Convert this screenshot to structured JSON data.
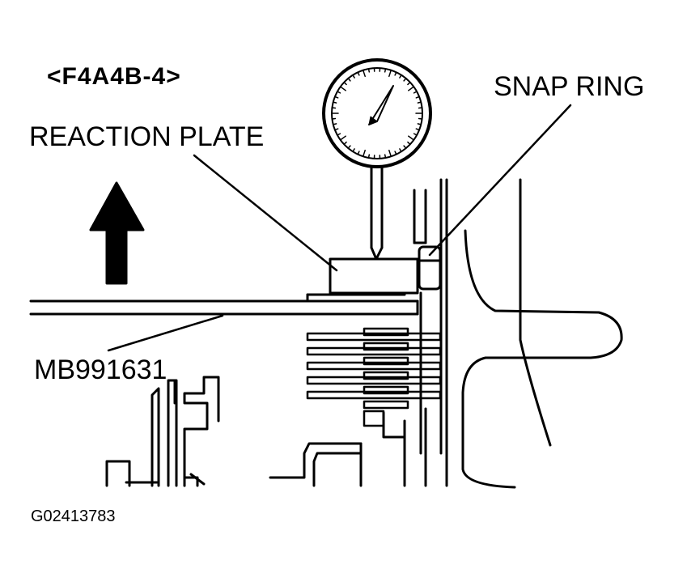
{
  "diagram": {
    "model_code": "<F4A4B-4>",
    "callouts": {
      "snap_ring": "SNAP RING",
      "reaction_plate": "REACTION PLATE",
      "special_tool": "MB991631"
    },
    "figure_id": "G02413783"
  },
  "colors": {
    "ink": "#000000",
    "paper": "#ffffff"
  },
  "icons": {
    "direction_arrow": "up-arrow-icon",
    "gauge": "dial-indicator"
  }
}
